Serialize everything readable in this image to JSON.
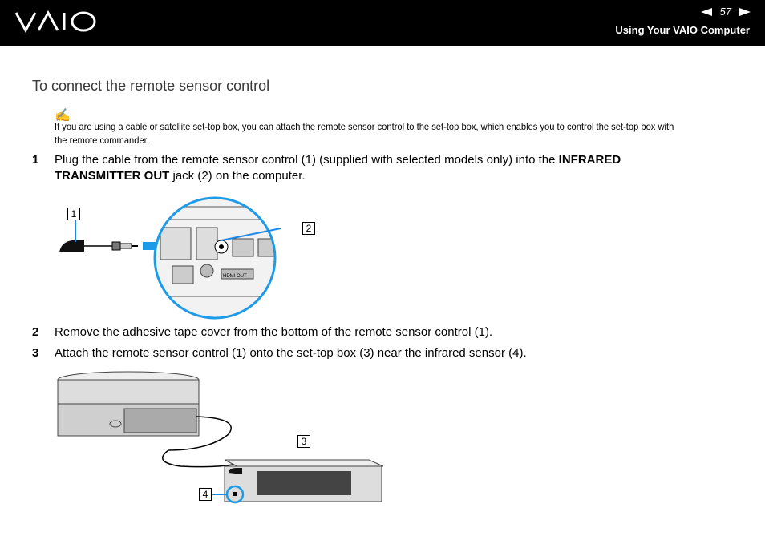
{
  "header": {
    "logo_text": "VAIO",
    "page_number": "57",
    "section_title": "Using Your VAIO Computer"
  },
  "heading": "To connect the remote sensor control",
  "note": {
    "icon": "pencil-note-icon",
    "text": "If you are using a cable or satellite set-top box, you can attach the remote sensor control to the set-top box, which enables you to control the set-top box with the remote commander."
  },
  "steps": [
    {
      "num": "1",
      "text_before": "Plug the cable from the remote sensor control (1) (supplied with selected models only) into the ",
      "bold": "INFRARED TRANSMITTER OUT",
      "text_after": " jack (2) on the computer."
    },
    {
      "num": "2",
      "text": "Remove the adhesive tape cover from the bottom of the remote sensor control (1)."
    },
    {
      "num": "3",
      "text": "Attach the remote sensor control (1) onto the set-top box (3) near the infrared sensor (4)."
    }
  ],
  "figure1": {
    "callouts": [
      "1",
      "2"
    ],
    "ports": [
      "HDMI OUT"
    ]
  },
  "figure2": {
    "callouts": [
      "3",
      "4"
    ]
  }
}
